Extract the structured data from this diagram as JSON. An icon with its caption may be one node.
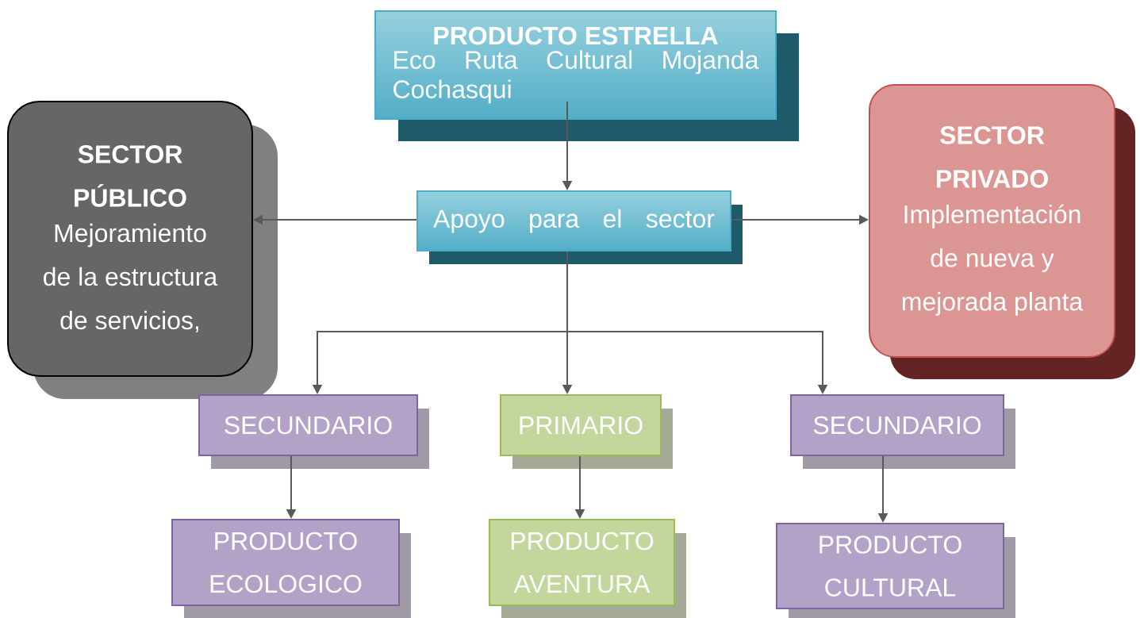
{
  "diagram": {
    "nodes": [
      {
        "text": [
          "PRODUCTO ESTRELLA",
          "Eco Ruta Cultural Mojanda Cochasqui"
        ]
      },
      {
        "text": [
          "SECTOR PÚBLICO",
          "Mejoramiento de la estructura de servicios,"
        ]
      },
      {
        "text": [
          "Apoyo para el sector"
        ]
      },
      {
        "text": [
          "SECTOR PRIVADO",
          "Implementación de nueva y mejorada planta"
        ]
      },
      {
        "text": [
          "SECUNDARIO"
        ]
      },
      {
        "text": [
          "PRIMARIO"
        ]
      },
      {
        "text": [
          "SECUNDARIO"
        ]
      },
      {
        "text": [
          "PRODUCTO ECOLOGICO"
        ]
      },
      {
        "text": [
          "PRODUCTO AVENTURA"
        ]
      },
      {
        "text": [
          "PRODUCTO CULTURAL"
        ]
      }
    ],
    "edges": [
      {
        "from": 0,
        "to": 2,
        "arrow": "to"
      },
      {
        "from": 2,
        "to": 1,
        "arrow": "to"
      },
      {
        "from": 2,
        "to": 3,
        "arrow": "to"
      },
      {
        "from": 2,
        "to": 4,
        "arrow": "to"
      },
      {
        "from": 2,
        "to": 5,
        "arrow": "to"
      },
      {
        "from": 2,
        "to": 6,
        "arrow": "to"
      },
      {
        "from": 4,
        "to": 7,
        "arrow": "to"
      },
      {
        "from": 5,
        "to": 8,
        "arrow": "to"
      },
      {
        "from": 6,
        "to": 9,
        "arrow": "to"
      }
    ]
  }
}
